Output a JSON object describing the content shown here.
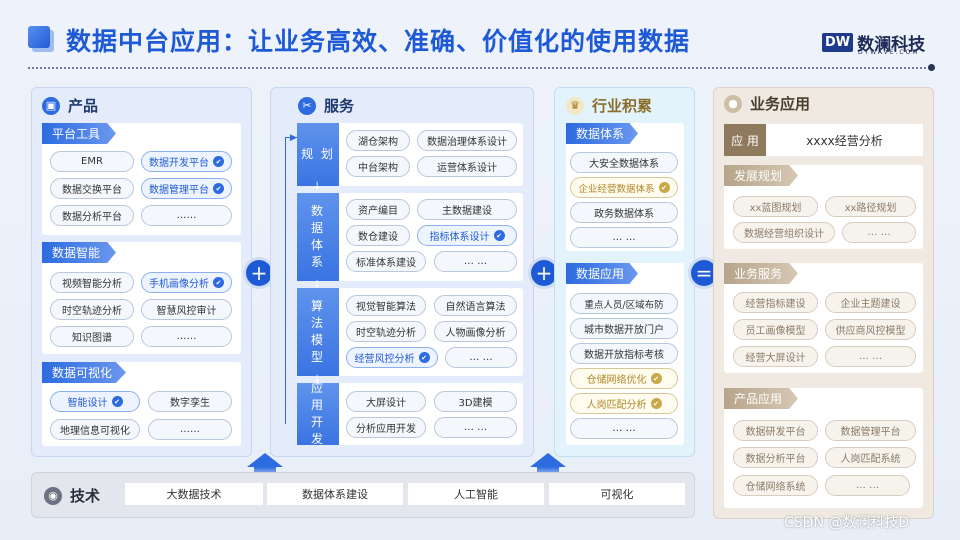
{
  "header": {
    "title": "数据中台应用：让业务高效、准确、价值化的使用数据",
    "logo_mark": "DW",
    "logo_name": "数澜科技",
    "logo_sub": "DTWAVE.COM"
  },
  "product": {
    "title": "产品",
    "groups": [
      {
        "label": "平台工具",
        "items": [
          "EMR",
          "数据开发平台",
          "数据交换平台",
          "数据管理平台",
          "数据分析平台",
          "……"
        ]
      },
      {
        "label": "数据智能",
        "items": [
          "视频智能分析",
          "手机画像分析",
          "时空轨迹分析",
          "智慧风控审计",
          "知识图谱",
          "……"
        ]
      },
      {
        "label": "数据可视化",
        "items": [
          "智能设计",
          "数字孪生",
          "地理信息可视化",
          "……"
        ]
      }
    ]
  },
  "service": {
    "title": "服务",
    "steps": [
      {
        "label": "规 划",
        "items": [
          "湖仓架构",
          "数据治理体系设计",
          "中台架构",
          "运营体系设计"
        ]
      },
      {
        "label": "数 据 体 系",
        "items": [
          "资产编目",
          "主数据建设",
          "数仓建设",
          "指标体系设计",
          "标准体系建设",
          "… …"
        ]
      },
      {
        "label": "算 法 模 型",
        "items": [
          "视觉智能算法",
          "自然语言算法",
          "时空轨迹分析",
          "人物画像分析",
          "经营风控分析",
          "… …"
        ]
      },
      {
        "label": "应 用 开 发",
        "items": [
          "大屏设计",
          "3D建模",
          "分析应用开发",
          "… …"
        ]
      }
    ]
  },
  "industry": {
    "title": "行业积累",
    "groups": [
      {
        "label": "数据体系",
        "items": [
          "大安全数据体系",
          "企业经营数据体系",
          "政务数据体系",
          "… …"
        ]
      },
      {
        "label": "数据应用",
        "items": [
          "重点人员/区域布防",
          "城市数据开放门户",
          "数据开放指标考核",
          "仓储网络优化",
          "人岗匹配分析",
          "… …"
        ]
      }
    ]
  },
  "business": {
    "title": "业务应用",
    "app_label": "应 用",
    "app_value": "xxxx经营分析",
    "groups": [
      {
        "label": "发展规划",
        "items": [
          "xx蓝图规划",
          "xx路径规划",
          "数据经营组织设计",
          "… …"
        ]
      },
      {
        "label": "业务服务",
        "items": [
          "经营指标建设",
          "企业主题建设",
          "员工画像模型",
          "供应商风控模型",
          "经营大屏设计",
          "… …"
        ]
      },
      {
        "label": "产品应用",
        "items": [
          "数据研发平台",
          "数据管理平台",
          "数据分析平台",
          "人岗匹配系统",
          "仓储网络系统",
          "… …"
        ]
      }
    ]
  },
  "tech": {
    "title": "技术",
    "items": [
      "大数据技术",
      "数据体系建设",
      "人工智能",
      "可视化"
    ]
  },
  "operators": {
    "plus": "+",
    "equals": "="
  },
  "watermark": "CSDN @数澜科技D"
}
